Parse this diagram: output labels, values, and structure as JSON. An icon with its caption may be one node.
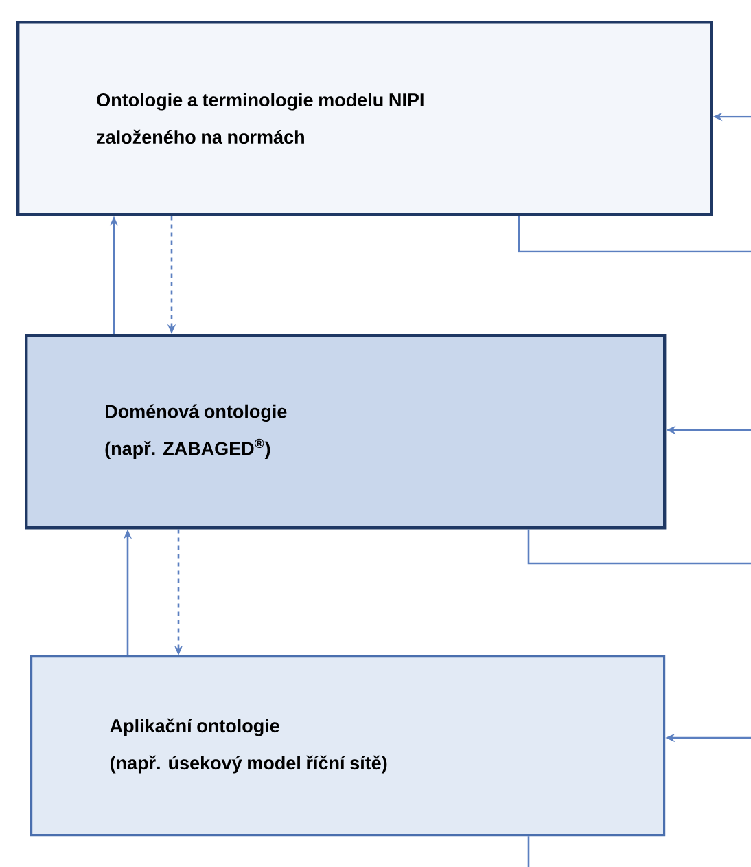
{
  "diagram": {
    "nodes": [
      {
        "text": [
          "Ontologie a terminologie modelu NIPI založeného na normách"
        ]
      },
      {
        "text": [
          "Doménová  ontologie",
          "(např. ZABAGED$^{®}$)"
        ]
      },
      {
        "text": [
          "Aplikační ontologie",
          "(např. úsekový model říční sítě)"
        ]
      }
    ],
    "edges": [
      {
        "from": 1,
        "to": 0,
        "arrow": "to"
      },
      {
        "from": 0,
        "to": 1,
        "arrow": "to",
        "style": "dashed"
      },
      {
        "from": 2,
        "to": 1,
        "arrow": "to"
      },
      {
        "from": 1,
        "to": 2,
        "arrow": "to",
        "style": "dashed"
      },
      {
        "from": null,
        "to": 0,
        "arrow": "to"
      },
      {
        "from": null,
        "to": 1,
        "arrow": "to"
      },
      {
        "from": null,
        "to": 2,
        "arrow": "to"
      },
      {
        "from": 0,
        "to": null,
        "arrow": "none"
      },
      {
        "from": 1,
        "to": null,
        "arrow": "none"
      },
      {
        "from": 2,
        "to": null,
        "arrow": "none"
      }
    ]
  }
}
